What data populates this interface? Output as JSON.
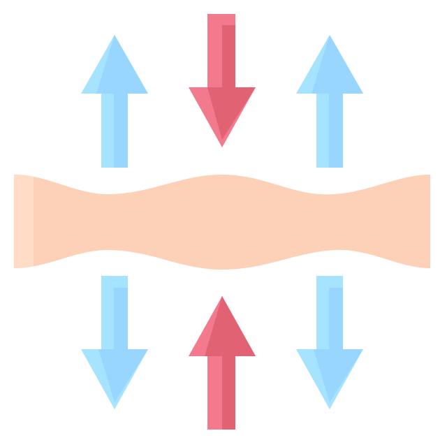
{
  "icon": {
    "name": "fabric-breathability-icon",
    "colors": {
      "blue_light": "#A6E3FF",
      "blue_mid": "#98D5FF",
      "red_light": "#F27A8C",
      "red_mid": "#E06273",
      "fabric": "#FDD0B8",
      "fabric_edge": "#FFDCC5"
    },
    "arrows": [
      {
        "name": "arrow-up-left-top",
        "direction": "up",
        "color": "blue"
      },
      {
        "name": "arrow-down-center-top",
        "direction": "down",
        "color": "red"
      },
      {
        "name": "arrow-up-right-top",
        "direction": "up",
        "color": "blue"
      },
      {
        "name": "arrow-down-left-bottom",
        "direction": "down",
        "color": "blue"
      },
      {
        "name": "arrow-up-center-bottom",
        "direction": "up",
        "color": "red"
      },
      {
        "name": "arrow-down-right-bottom",
        "direction": "down",
        "color": "blue"
      }
    ]
  }
}
